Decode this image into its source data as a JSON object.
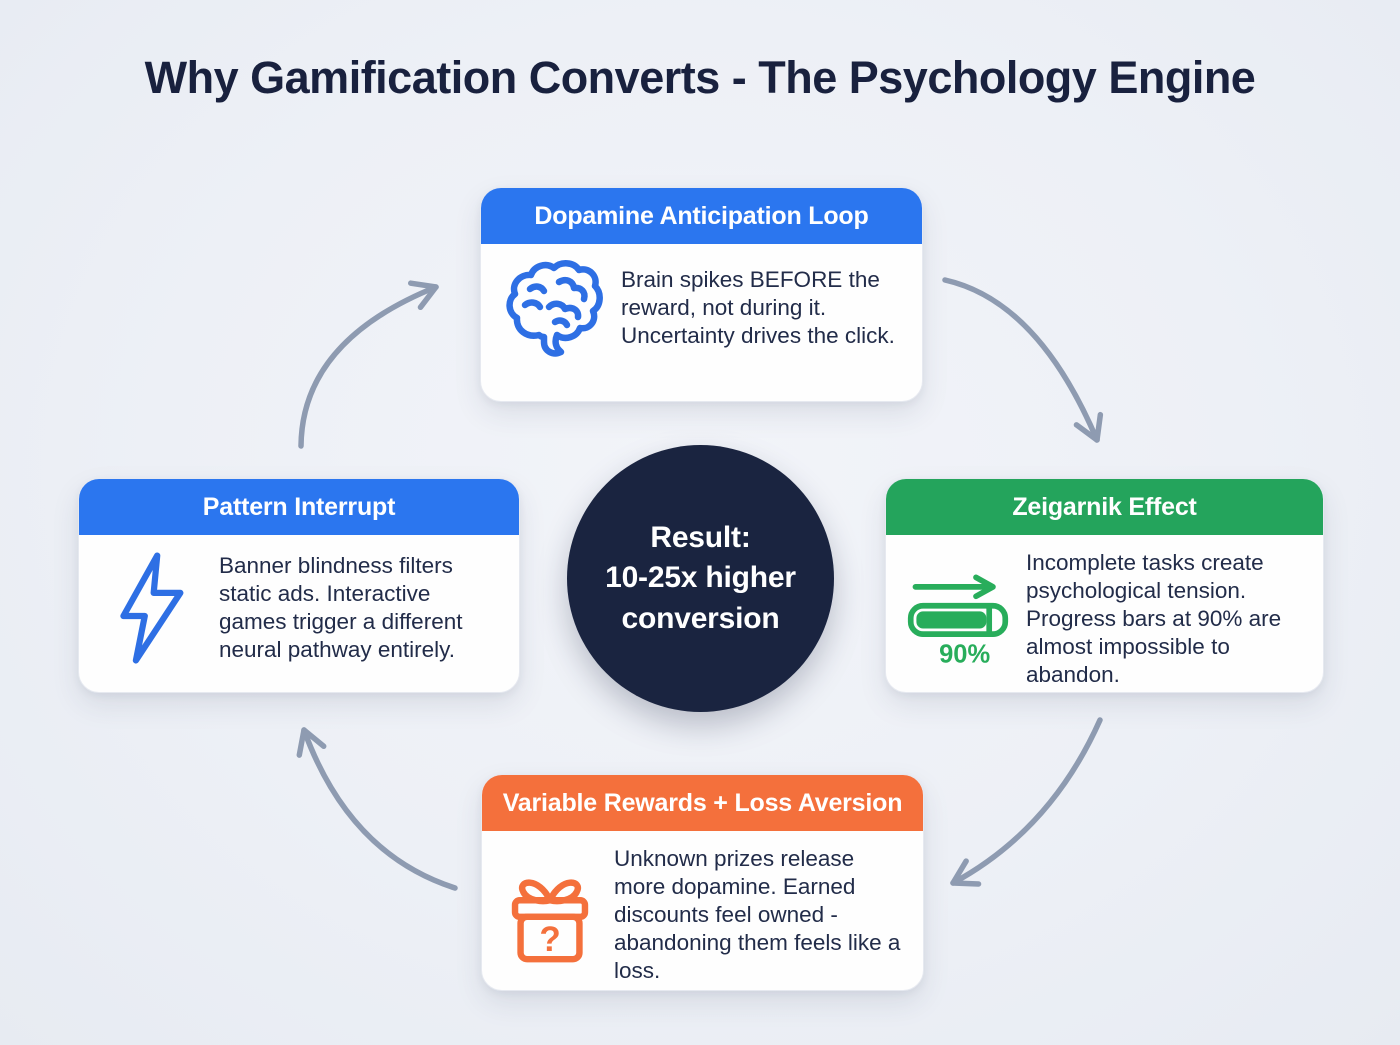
{
  "title": "Why Gamification Converts - The Psychology Engine",
  "center": {
    "line1": "Result:",
    "line2": "10-25x higher",
    "line3": "conversion"
  },
  "cards": {
    "top": {
      "title": "Dopamine Anticipation Loop",
      "body": "Brain spikes BEFORE the reward, not during it. Uncertainty drives the click.",
      "icon": "brain-icon",
      "accent": "#2b76ef"
    },
    "right": {
      "title": "Zeigarnik Effect",
      "body": "Incomplete tasks create psychological tension. Progress bars at 90% are almost impossible to abandon.",
      "icon": "progress-bar-icon",
      "progress_label": "90%",
      "accent": "#24a45c"
    },
    "bottom": {
      "title": "Variable Rewards + Loss Aversion",
      "body": "Unknown prizes release more dopamine. Earned discounts feel owned - abandoning them feels like a loss.",
      "icon": "gift-question-icon",
      "gift_glyph": "?",
      "accent": "#f4703c"
    },
    "left": {
      "title": "Pattern Interrupt",
      "body": "Banner blindness filters static ads. Interactive games trigger a different neural pathway entirely.",
      "icon": "lightning-icon",
      "accent": "#2b76ef"
    }
  },
  "colors": {
    "background": "#edf0f6",
    "blue_accent": "#2b76ef",
    "blue_icon": "#2e6fe4",
    "green_accent": "#24a45c",
    "green_icon": "#28ad5b",
    "orange_accent": "#f4703c",
    "navy_circle": "#1a2440",
    "title_text": "#19213e",
    "body_text": "#222c49",
    "arrow": "#8e9bb1"
  }
}
